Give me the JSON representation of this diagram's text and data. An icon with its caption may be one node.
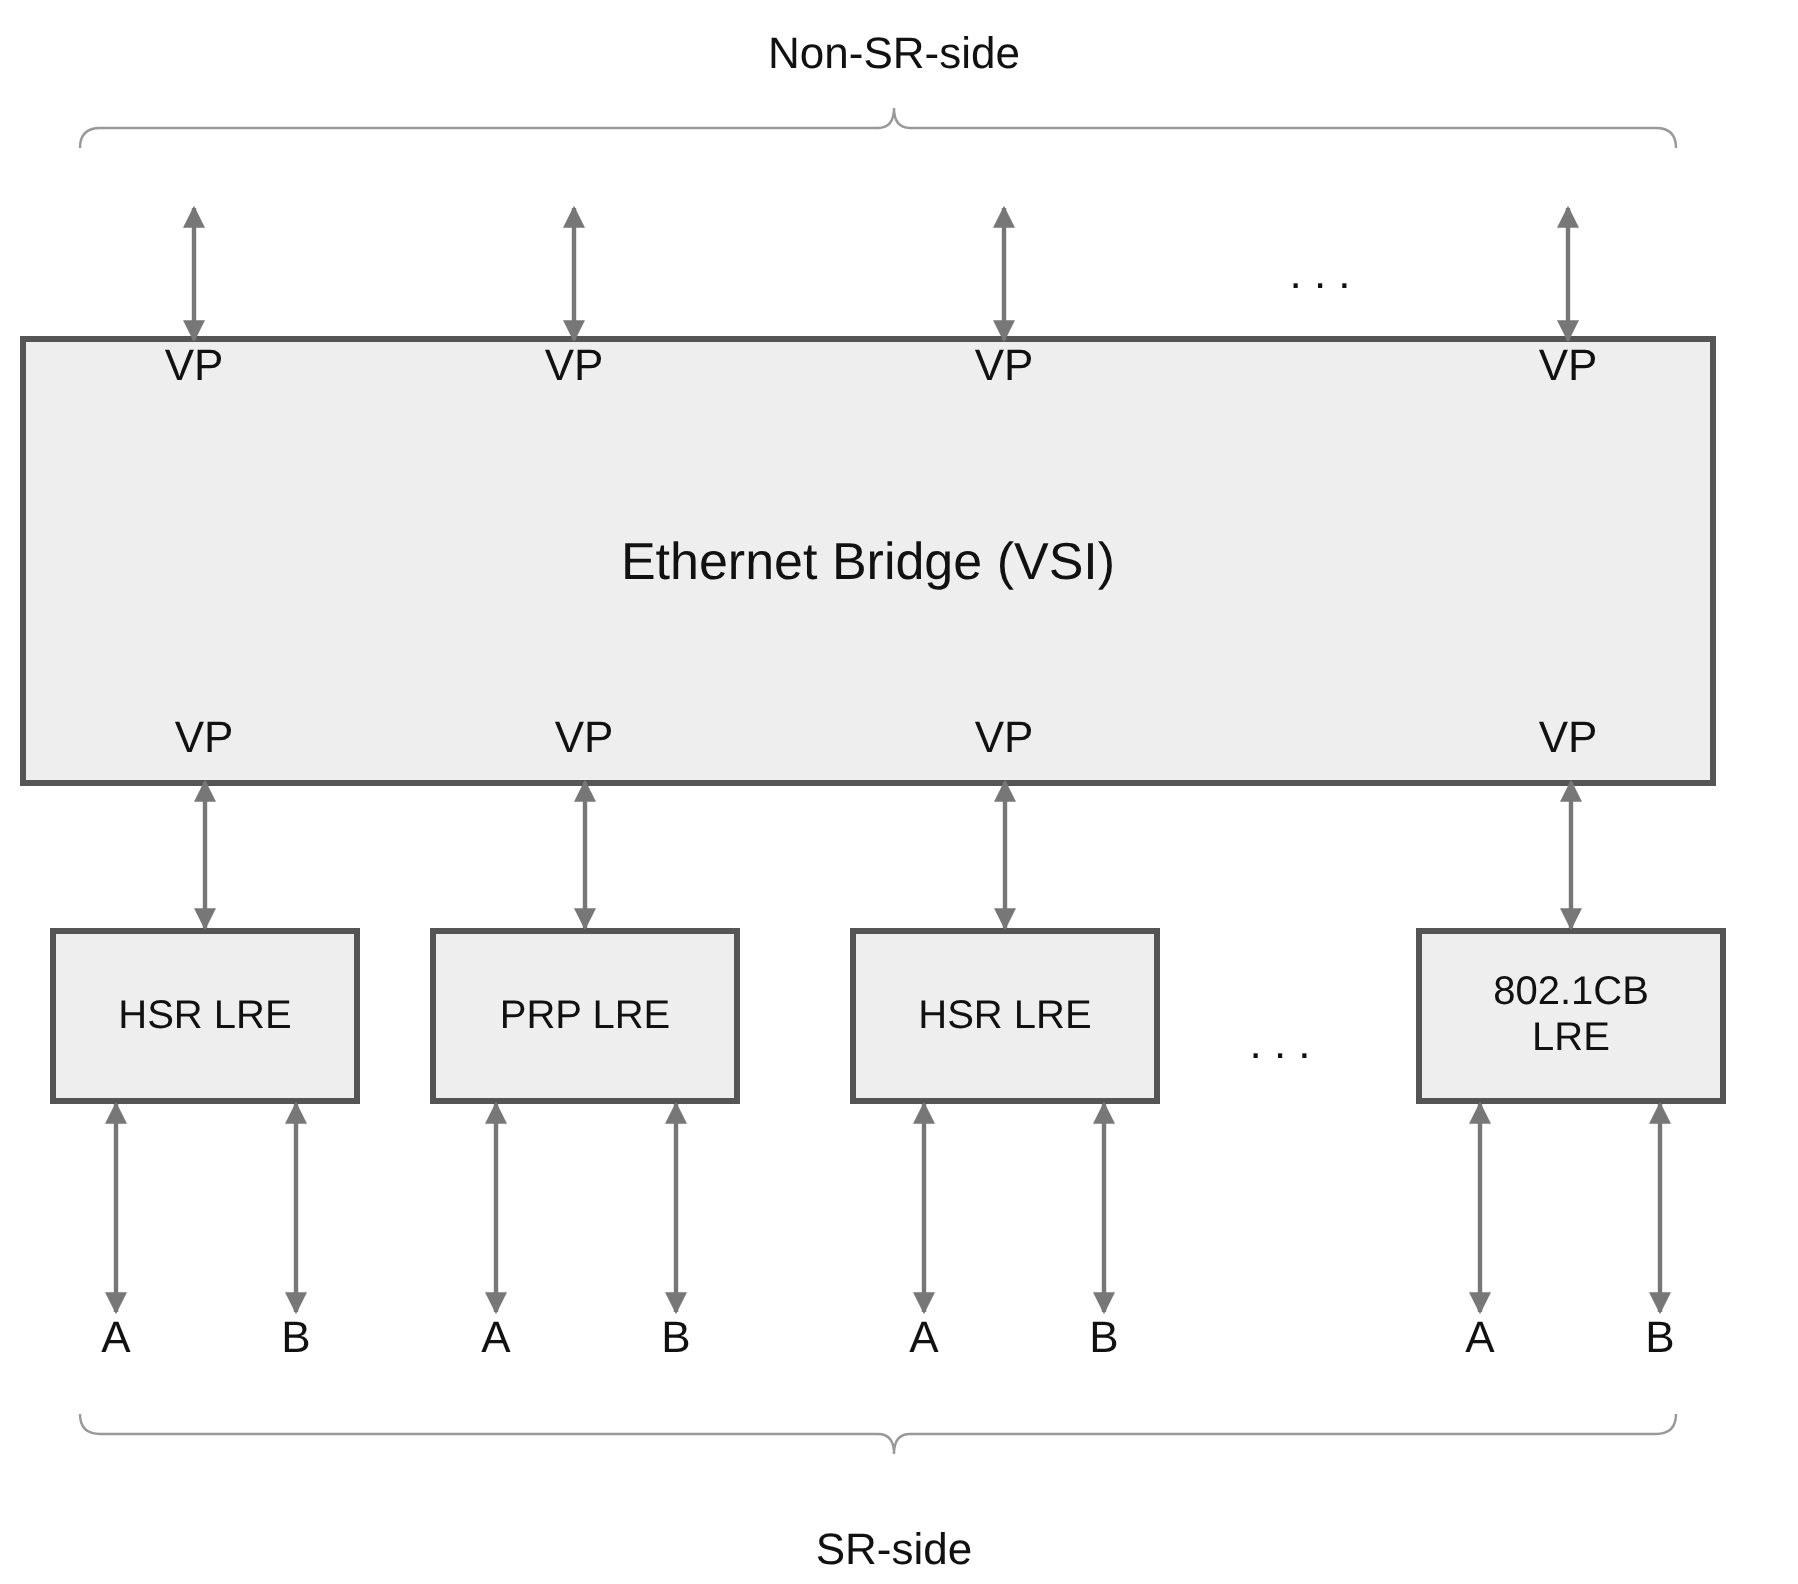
{
  "diagram": {
    "nodes": [
      {
        "text": [
          "Ethernet Bridge (VSI)"
        ]
      },
      {
        "text": [
          "VP"
        ],
        "in": 0
      },
      {
        "text": [
          "VP"
        ],
        "in": 0
      },
      {
        "text": [
          "VP"
        ],
        "in": 0
      },
      {
        "text": [
          "VP"
        ],
        "in": 0
      },
      {
        "text": [
          "VP"
        ],
        "in": 0
      },
      {
        "text": [
          "VP"
        ],
        "in": 0
      },
      {
        "text": [
          "VP"
        ],
        "in": 0
      },
      {
        "text": [
          "VP"
        ],
        "in": 0
      },
      {
        "text": [
          "HSR LRE"
        ]
      },
      {
        "text": [
          "PRP LRE"
        ]
      },
      {
        "text": [
          "HSR LRE"
        ]
      },
      {
        "text": [
          "802.1CB LRE"
        ]
      },
      {
        "text": [
          "A"
        ]
      },
      {
        "text": [
          "B"
        ]
      },
      {
        "text": [
          "A"
        ]
      },
      {
        "text": [
          "B"
        ]
      },
      {
        "text": [
          "A"
        ]
      },
      {
        "text": [
          "B"
        ]
      },
      {
        "text": [
          "A"
        ]
      },
      {
        "text": [
          "B"
        ]
      }
    ],
    "edges": [
      {
        "from": null,
        "to": 1,
        "arrow": "both"
      },
      {
        "from": null,
        "to": 2,
        "arrow": "both"
      },
      {
        "from": null,
        "to": 3,
        "arrow": "both"
      },
      {
        "from": null,
        "to": 4,
        "arrow": "both"
      },
      {
        "from": 5,
        "to": 9,
        "arrow": "both"
      },
      {
        "from": 6,
        "to": 10,
        "arrow": "both"
      },
      {
        "from": 7,
        "to": 11,
        "arrow": "both"
      },
      {
        "from": 8,
        "to": 12,
        "arrow": "both"
      },
      {
        "from": 9,
        "to": 13,
        "arrow": "both"
      },
      {
        "from": 9,
        "to": 14,
        "arrow": "both"
      },
      {
        "from": 10,
        "to": 15,
        "arrow": "both"
      },
      {
        "from": 10,
        "to": 16,
        "arrow": "both"
      },
      {
        "from": 11,
        "to": 17,
        "arrow": "both"
      },
      {
        "from": 11,
        "to": 18,
        "arrow": "both"
      },
      {
        "from": 12,
        "to": 19,
        "arrow": "both"
      },
      {
        "from": 12,
        "to": 20,
        "arrow": "both"
      }
    ],
    "labels": [
      "Non-SR-side",
      ". . .",
      ". . .",
      "SR-side"
    ]
  }
}
